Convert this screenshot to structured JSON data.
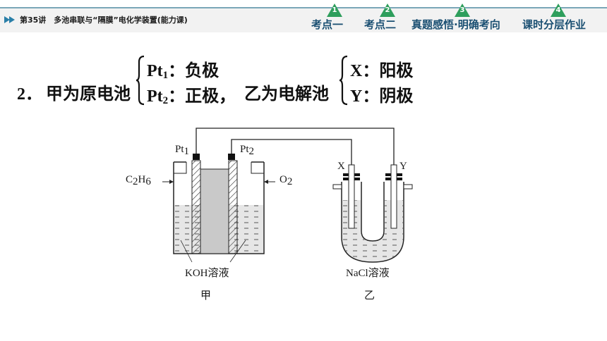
{
  "header": {
    "lecture_title": "第35讲　多池串联与“隔膜”电化学装置(能力课)",
    "tabs": [
      {
        "num": "1",
        "label": "考点一"
      },
      {
        "num": "2",
        "label": "考点二"
      },
      {
        "num": "3",
        "label": "真题感悟·明确考向"
      },
      {
        "num": "4",
        "label": "课时分层作业"
      }
    ]
  },
  "statement": {
    "number": "2．",
    "cell1_text": "甲为原电池",
    "cell1_parts": [
      {
        "electrode": "Pt",
        "subscript": "1",
        "role": "：负极"
      },
      {
        "electrode": "Pt",
        "subscript": "2",
        "role": "：正极，"
      }
    ],
    "cell2_text": "乙为电解池",
    "cell2_parts": [
      {
        "electrode": "X",
        "role": "：阳极"
      },
      {
        "electrode": "Y",
        "role": "：阴极"
      }
    ]
  },
  "diagram": {
    "pt1": {
      "base": "Pt",
      "sub": "1"
    },
    "pt2": {
      "base": "Pt",
      "sub": "2"
    },
    "c2h6": {
      "pre": "C",
      "s1": "2",
      "mid": "H",
      "s2": "6"
    },
    "o2": {
      "base": "O",
      "sub": "2"
    },
    "electrolyte_left": "KOH溶液",
    "electrolyte_right": "NaCl溶液",
    "electrode_x": "X",
    "electrode_y": "Y",
    "label_left": "甲",
    "label_right": "乙"
  }
}
